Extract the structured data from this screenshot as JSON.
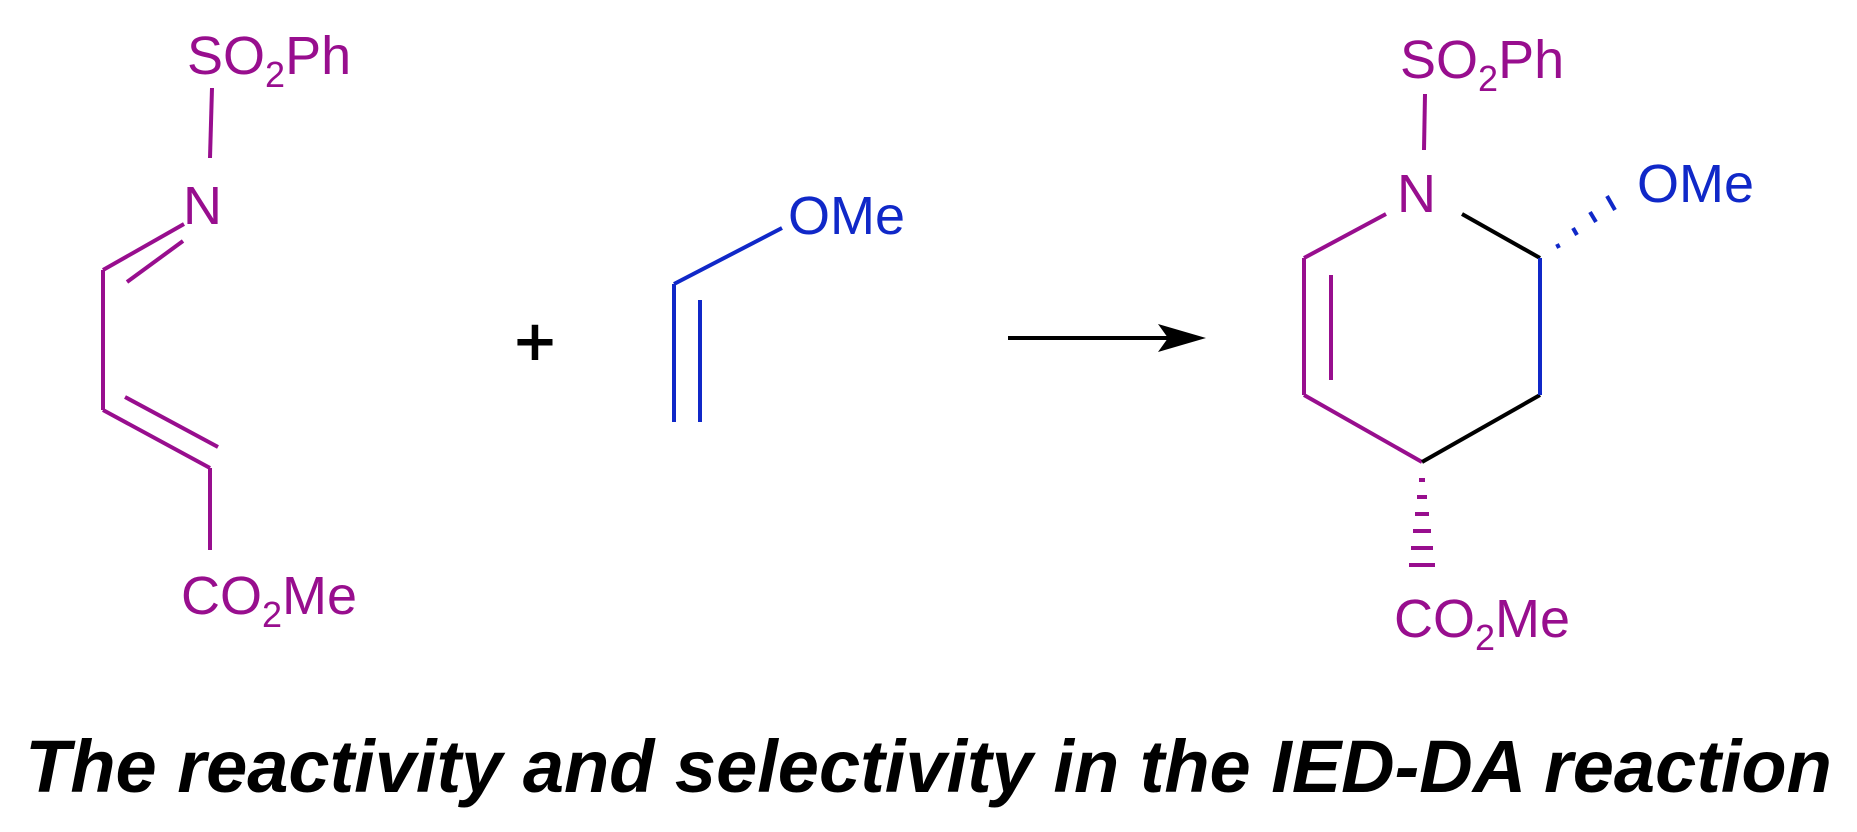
{
  "colors": {
    "diene": "#980e8e",
    "dienophile": "#1028c8",
    "new_bond": "#000000",
    "arrow": "#000000"
  },
  "reactant_diene": {
    "sulfonyl_label": "SO",
    "sulfonyl_subscript": "2",
    "sulfonyl_suffix": "Ph",
    "nitrogen_label": "N",
    "ester_label": "CO",
    "ester_subscript": "2",
    "ester_suffix": "Me"
  },
  "plus_sign": "+",
  "reactant_dienophile": {
    "methoxy_label": "OMe"
  },
  "reaction_arrow": "arrow-right-icon",
  "product": {
    "sulfonyl_label": "SO",
    "sulfonyl_subscript": "2",
    "sulfonyl_suffix": "Ph",
    "nitrogen_label": "N",
    "methoxy_label": "OMe",
    "ester_label": "CO",
    "ester_subscript": "2",
    "ester_suffix": "Me"
  },
  "caption": "The reactivity and selectivity in the IED-DA reaction"
}
